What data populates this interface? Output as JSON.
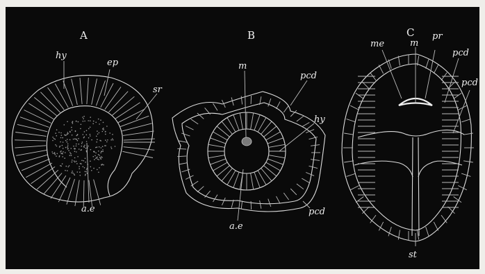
{
  "figure": {
    "panels": [
      {
        "id": "A",
        "caption": "A",
        "labels": {
          "hy": "hy",
          "ep": "ep",
          "sr": "sr",
          "ae": "a.e"
        }
      },
      {
        "id": "B",
        "caption": "B",
        "labels": {
          "m": "m",
          "pcd_top": "pcd",
          "hy": "hy",
          "ae": "a.e",
          "pcd_bottom": "pcd"
        }
      },
      {
        "id": "C",
        "caption": "C",
        "labels": {
          "me": "me",
          "m": "m",
          "pr": "pr",
          "pcd_upper": "pcd",
          "pcd_lower": "pcd",
          "st": "st"
        }
      }
    ],
    "colors": {
      "background": "#0a0a0a",
      "line": "#dddddd",
      "page": "#efeeea"
    }
  }
}
